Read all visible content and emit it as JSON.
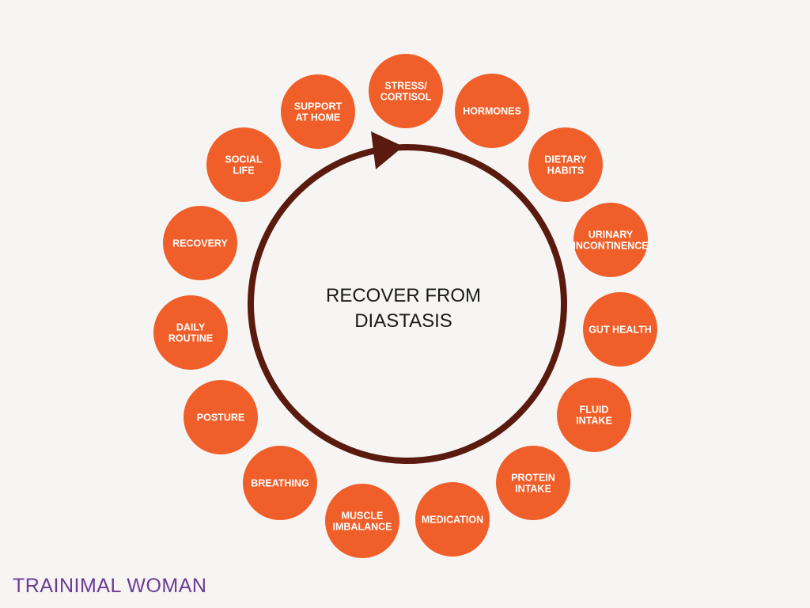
{
  "colors": {
    "background": "#f6f5f4",
    "node_fill": "#f05f2a",
    "node_text": "#ffffff",
    "ring": "#5b1a0e",
    "center_text": "#1a1a1a",
    "brand_text": "#6c3a94"
  },
  "center": {
    "line1": "RECOVER FROM",
    "line2": "DIASTASIS"
  },
  "nodes": [
    {
      "lines": [
        "STRESS/",
        "CORTISOL"
      ]
    },
    {
      "lines": [
        "HORMONES"
      ]
    },
    {
      "lines": [
        "DIETARY",
        "HABITS"
      ]
    },
    {
      "lines": [
        "URINARY",
        "INCONTINENCE"
      ]
    },
    {
      "lines": [
        "GUT HEALTH"
      ]
    },
    {
      "lines": [
        "FLUID",
        "INTAKE"
      ]
    },
    {
      "lines": [
        "PROTEIN",
        "INTAKE"
      ]
    },
    {
      "lines": [
        "MEDICATION"
      ]
    },
    {
      "lines": [
        "MUSCLE",
        "IMBALANCE"
      ]
    },
    {
      "lines": [
        "BREATHING"
      ]
    },
    {
      "lines": [
        "POSTURE"
      ]
    },
    {
      "lines": [
        "DAILY",
        "ROUTINE"
      ]
    },
    {
      "lines": [
        "RECOVERY"
      ]
    },
    {
      "lines": [
        "SOCIAL",
        "LIFE"
      ]
    },
    {
      "lines": [
        "SUPPORT",
        "AT HOME"
      ]
    }
  ],
  "brand": {
    "text": "TRAINIMAL WOMAN"
  }
}
